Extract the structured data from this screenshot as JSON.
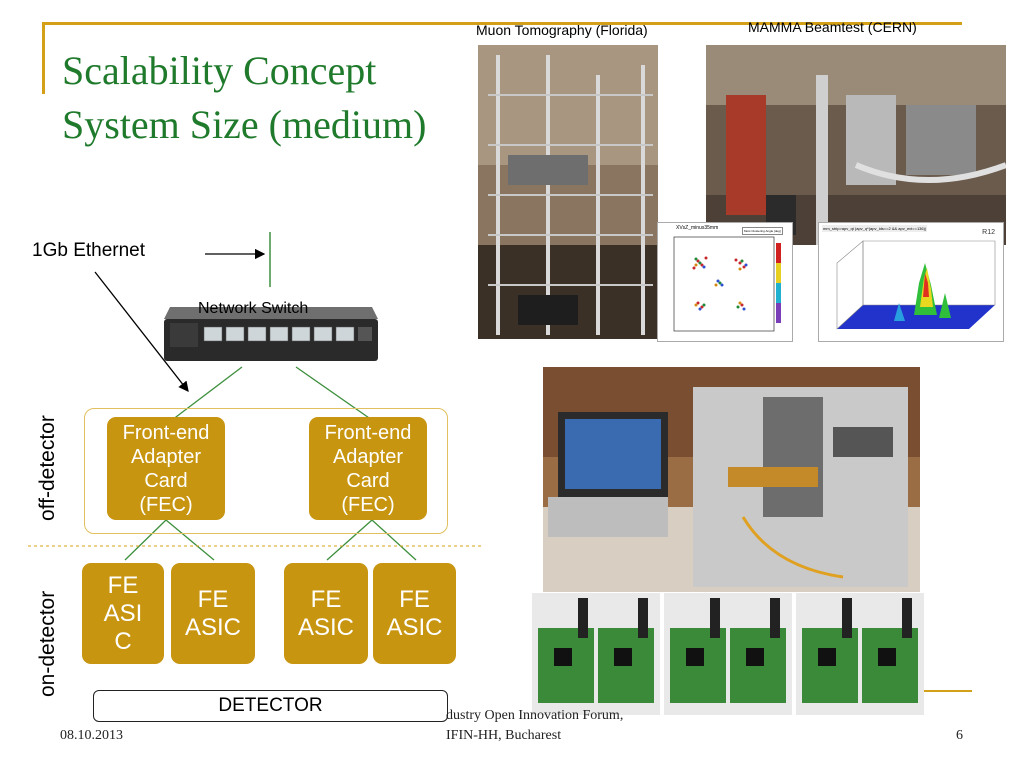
{
  "slide": {
    "title_line1": "Scalability Concept",
    "title_line2": "System Size (medium)",
    "colors": {
      "title": "#1f7a2c",
      "accent": "#d4a017",
      "box": "#c89510"
    }
  },
  "photos": {
    "muon_caption": "Muon Tomography (Florida)",
    "mamma_caption": "MAMMA Beamtest (CERN)",
    "plot_left_title": "XVsZ_minus35mm",
    "plot_left_legend": "Most Clustering Angle [deg]",
    "plot_right_title": "mm_strip>apv_qt (apv_q*(apv_ids==2 && apv_evt==136))",
    "plot_right_label": "R12"
  },
  "diagram": {
    "ethernet_label": "1Gb Ethernet",
    "switch_label": "Network Switch",
    "off_detector_label": "off-detector",
    "on_detector_label": "on-detector",
    "fec_label": "Front-end Adapter Card (FEC)",
    "fe_asic_label_1": "FE ASI C",
    "fe_asic_label": "FE ASIC",
    "detector_label": "DETECTOR"
  },
  "footer": {
    "date": "08.10.2013",
    "event_line1": "dustry Open Innovation Forum,",
    "event_line2": "IFIN-HH, Bucharest",
    "page_number": "6"
  }
}
